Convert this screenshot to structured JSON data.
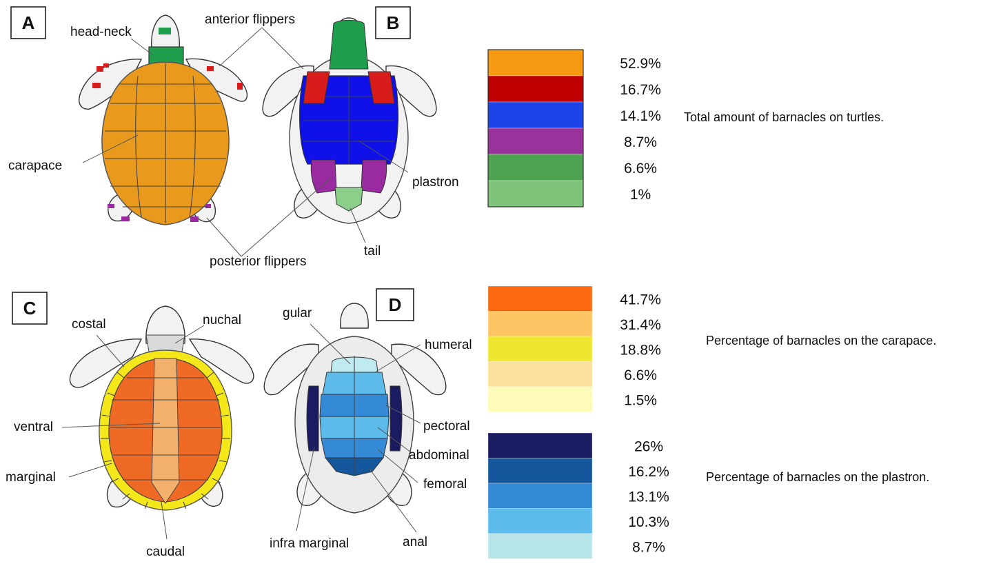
{
  "panels": {
    "a": {
      "letter": "A"
    },
    "b": {
      "letter": "B"
    },
    "c": {
      "letter": "C"
    },
    "d": {
      "letter": "D"
    }
  },
  "labels": {
    "head_neck": "head-neck",
    "anterior_flippers": "anterior flippers",
    "carapace": "carapace",
    "plastron": "plastron",
    "posterior_flippers": "posterior flippers",
    "tail": "tail",
    "costal": "costal",
    "nuchal": "nuchal",
    "ventral": "ventral",
    "marginal": "marginal",
    "caudal": "caudal",
    "gular": "gular",
    "humeral": "humeral",
    "pectoral": "pectoral",
    "abdominal": "abdominal",
    "femoral": "femoral",
    "infra_marginal": "infra marginal",
    "anal": "anal"
  },
  "legends": {
    "total": {
      "caption": "Total amount of barnacles  on turtles.",
      "items": [
        {
          "value": "52.9%",
          "color": "#f79a12"
        },
        {
          "value": "16.7%",
          "color": "#c00000"
        },
        {
          "value": "14.1%",
          "color": "#1c44e8"
        },
        {
          "value": "8.7%",
          "color": "#9a349c"
        },
        {
          "value": "6.6%",
          "color": "#4ea350"
        },
        {
          "value": "1%",
          "color": "#7ec47a"
        }
      ]
    },
    "carapace": {
      "caption": "Percentage of barnacles on the carapace.",
      "items": [
        {
          "value": "41.7%",
          "color": "#fb6a12"
        },
        {
          "value": "31.4%",
          "color": "#fec564"
        },
        {
          "value": "18.8%",
          "color": "#efe632"
        },
        {
          "value": "6.6%",
          "color": "#fddf9c"
        },
        {
          "value": "1.5%",
          "color": "#fefcb8"
        }
      ]
    },
    "plastron": {
      "caption": "Percentage of barnacles  on the plastron.",
      "items": [
        {
          "value": "26%",
          "color": "#1b1b62"
        },
        {
          "value": "16.2%",
          "color": "#14579c"
        },
        {
          "value": "13.1%",
          "color": "#358ad8"
        },
        {
          "value": "10.3%",
          "color": "#5cbbea"
        },
        {
          "value": "8.7%",
          "color": "#b8e5e8"
        }
      ]
    }
  },
  "colors": {
    "carapace_orange": "#e99a1c",
    "head_green": "#1f9f4d",
    "flipper_red": "#d81c1c",
    "flipper_purple": "#9a2aa0",
    "plastron_blue": "#1010e8",
    "tail_green": "#8ccf8a",
    "vertebral": "#f2b06c",
    "costal_orange": "#ef6a24",
    "marginal_yellow": "#f5e81a",
    "gular_light": "#bfeaf0"
  }
}
